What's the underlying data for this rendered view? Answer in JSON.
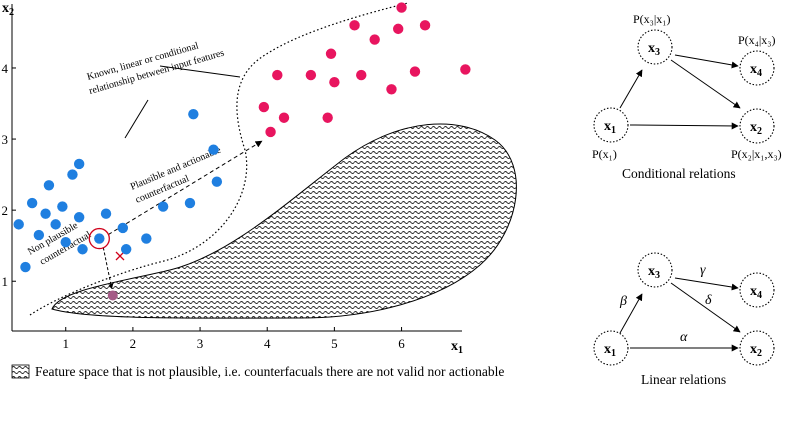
{
  "chart": {
    "x_axis_label": "x",
    "x_axis_sub": "1",
    "y_axis_label": "x",
    "y_axis_sub": "2",
    "x_ticks": [
      "1",
      "2",
      "3",
      "4",
      "5",
      "6"
    ],
    "y_ticks": [
      "1",
      "2",
      "3",
      "4"
    ],
    "annotations": {
      "relationship_line1": "Known, linear or conditional",
      "relationship_line2": "relationship between input features",
      "plausible_line1": "Plausible and actionable",
      "plausible_line2": "counterfactual",
      "non_plausible_line1": "Non plausible",
      "non_plausible_line2": "counterfactual"
    },
    "legend_text": "Feature space that is not plausible, i.e. counterfacuals there are not valid nor actionable"
  },
  "chart_data": {
    "type": "scatter",
    "xlim": [
      0.2,
      6.9
    ],
    "ylim": [
      0.3,
      4.9
    ],
    "series": [
      {
        "color": "#1f7fe0",
        "points": [
          [
            0.4,
            1.2
          ],
          [
            0.3,
            1.8
          ],
          [
            0.5,
            2.1
          ],
          [
            0.7,
            1.95
          ],
          [
            0.6,
            1.65
          ],
          [
            0.85,
            1.8
          ],
          [
            0.75,
            2.35
          ],
          [
            1.0,
            1.55
          ],
          [
            0.95,
            2.05
          ],
          [
            1.1,
            2.5
          ],
          [
            1.2,
            1.9
          ],
          [
            1.2,
            2.65
          ],
          [
            1.25,
            1.45
          ],
          [
            1.6,
            1.95
          ],
          [
            1.85,
            1.75
          ],
          [
            1.9,
            1.45
          ],
          [
            2.2,
            1.6
          ],
          [
            2.45,
            2.05
          ],
          [
            2.85,
            2.1
          ],
          [
            2.9,
            3.35
          ],
          [
            3.2,
            2.85
          ],
          [
            3.25,
            2.4
          ]
        ]
      },
      {
        "color": "#e8155f",
        "points": [
          [
            3.95,
            3.45
          ],
          [
            4.05,
            3.1
          ],
          [
            4.15,
            3.9
          ],
          [
            4.25,
            3.3
          ],
          [
            4.65,
            3.9
          ],
          [
            4.9,
            3.3
          ],
          [
            4.95,
            4.2
          ],
          [
            5.0,
            3.8
          ],
          [
            5.3,
            4.6
          ],
          [
            5.4,
            3.9
          ],
          [
            5.6,
            4.4
          ],
          [
            5.85,
            3.7
          ],
          [
            5.95,
            4.55
          ],
          [
            6.0,
            4.85
          ],
          [
            6.2,
            3.95
          ],
          [
            6.35,
            4.6
          ],
          [
            6.95,
            3.98
          ]
        ]
      }
    ],
    "original_point": [
      1.5,
      1.6
    ],
    "non_plausible_point": [
      1.7,
      0.8
    ],
    "plausible_target": [
      3.95,
      3.0
    ]
  },
  "conditional_graph": {
    "caption": "Conditional relations",
    "nodes": {
      "x1": {
        "main": "x",
        "sub": "1"
      },
      "x2": {
        "main": "x",
        "sub": "2"
      },
      "x3": {
        "main": "x",
        "sub": "3"
      },
      "x4": {
        "main": "x",
        "sub": "4"
      }
    },
    "probs": {
      "p1": "P(x₁)",
      "p2": "P(x₂|x₁,x₃)",
      "p3": "P(x₃|x₁)",
      "p4": "P(x₄|x₃)"
    }
  },
  "linear_graph": {
    "caption": "Linear relations",
    "nodes": {
      "x1": {
        "main": "x",
        "sub": "1"
      },
      "x2": {
        "main": "x",
        "sub": "2"
      },
      "x3": {
        "main": "x",
        "sub": "3"
      },
      "x4": {
        "main": "x",
        "sub": "4"
      }
    },
    "edges": {
      "alpha": "α",
      "beta": "β",
      "gamma": "γ",
      "delta": "δ"
    }
  }
}
